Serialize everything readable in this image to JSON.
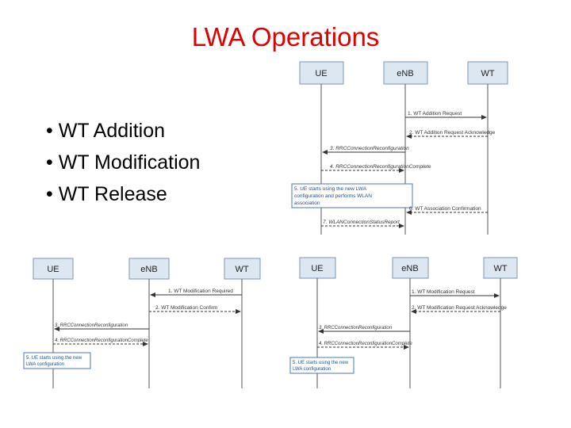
{
  "title": "LWA Operations",
  "bullets": [
    "• WT  Addition",
    "• WT  Modification",
    "• WT  Release"
  ],
  "colors": {
    "title": "#e00000",
    "box_fill": "#dde7f1",
    "box_stroke": "#7a95b4",
    "note_stroke": "#4a78b5",
    "line": "#555555"
  },
  "diagram_addition": {
    "entities": [
      "UE",
      "eNB",
      "WT"
    ],
    "messages": [
      "1. WT Addition Request",
      "2. WT Addition Request Acknowledge",
      "3. RRCConnectionReconfiguration",
      "4. RRCConnectionReconfigurationComplete",
      "6. WT Association Confirmation",
      "7. WLANConnectionStatusReport"
    ],
    "note_lines": [
      "5. UE starts using the new LWA",
      "configuration and performs WLAN",
      "association"
    ]
  },
  "diagram_modification": {
    "entities": [
      "UE",
      "eNB",
      "WT"
    ],
    "messages": [
      "1. WT Modification Required",
      "2. WT Modification Confirm",
      "3. RRCConnectionReconfiguration",
      "4. RRCConnectionReconfigurationComplete"
    ],
    "note_lines": [
      "5. UE starts using the new",
      "LWA configuration"
    ]
  },
  "diagram_release": {
    "entities": [
      "UE",
      "eNB",
      "WT"
    ],
    "messages": [
      "1. WT Modification Request",
      "2. WT Modification Request Acknowledge",
      "3. RRCConnectionReconfiguration",
      "4. RRCConnectionReconfigurationComplete"
    ],
    "note_lines": [
      "5. UE starts using the new",
      "LWA configuration"
    ]
  }
}
